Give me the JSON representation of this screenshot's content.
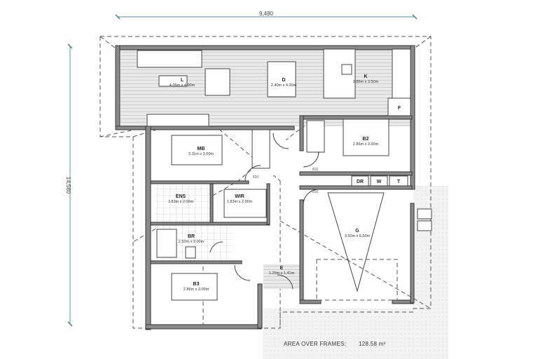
{
  "dimensions": {
    "width": "9,480",
    "height": "14,580"
  },
  "rooms": {
    "living": {
      "name": "L",
      "size": "4.05m x 4.00m"
    },
    "dining": {
      "name": "D",
      "size": "2.40m x 4.00m"
    },
    "kitchen": {
      "name": "K",
      "size": "2.85m x 3.50m"
    },
    "master": {
      "name": "MB",
      "size": "3.11m x 3.00m"
    },
    "bed2": {
      "name": "B2",
      "size": "2.86m x 3.00m"
    },
    "ensuite": {
      "name": "ENS",
      "size": "1.83m x 2.00m"
    },
    "wir": {
      "name": "WIR",
      "size": "1.83m x 2.00m"
    },
    "bath": {
      "name": "BR",
      "size": "2.50m x 2.00m"
    },
    "bed3": {
      "name": "B3",
      "size": "2.86m x 3.00m"
    },
    "entry": {
      "name": "E",
      "size": "1.25m x 1.41m"
    },
    "garage": {
      "name": "G",
      "size": "3.50m x 6.60m"
    }
  },
  "fixtures": {
    "fridge": "F",
    "dryer": "DR",
    "washer": "W",
    "tub": "T"
  },
  "door_sizes": [
    "810",
    "810",
    "810",
    "810"
  ],
  "area": {
    "label": "AREA OVER FRAMES:",
    "value": "128.58 m²"
  },
  "colors": {
    "dimension_line": "#7aa7b0",
    "wall": "#8a8a8a"
  }
}
